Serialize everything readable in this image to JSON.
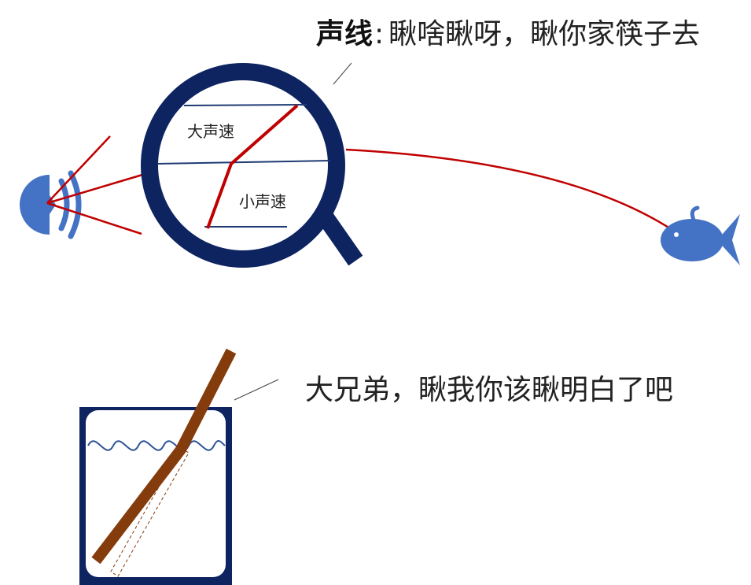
{
  "captions": {
    "sound_line_title": "声线",
    "sound_line_separator": ":",
    "sound_line_text": "瞅啥瞅呀，瞅你家筷子去",
    "chopstick_text": "大兄弟，瞅我你该瞅明白了吧"
  },
  "labels": {
    "fast_speed": "大声速",
    "slow_speed": "小声速"
  },
  "icons": [
    "speaker-icon",
    "magnifier-icon",
    "fish-icon",
    "water-glass-icon",
    "chopstick-icon"
  ],
  "colors": {
    "ray": "#c00000",
    "navy": "#0e2461",
    "icon_blue": "#4472c4",
    "chopstick": "#843c0c",
    "water_wave": "#2f5597"
  }
}
